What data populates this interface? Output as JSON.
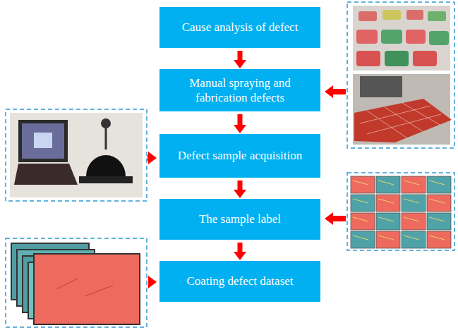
{
  "diagram": {
    "nodes": [
      {
        "text": [
          "Cause analysis of defect"
        ]
      },
      {
        "text": [
          "Manual spraying and fabrication defects"
        ]
      },
      {
        "text": [
          "Defect sample acquisition"
        ]
      },
      {
        "text": [
          "The sample label"
        ]
      },
      {
        "text": [
          "Coating defect dataset"
        ]
      }
    ],
    "edges": [
      {
        "from": 0,
        "to": 1,
        "arrow": "to"
      },
      {
        "from": 1,
        "to": 2,
        "arrow": "to"
      },
      {
        "from": 2,
        "to": 3,
        "arrow": "to"
      },
      {
        "from": 3,
        "to": 4,
        "arrow": "to"
      }
    ]
  }
}
